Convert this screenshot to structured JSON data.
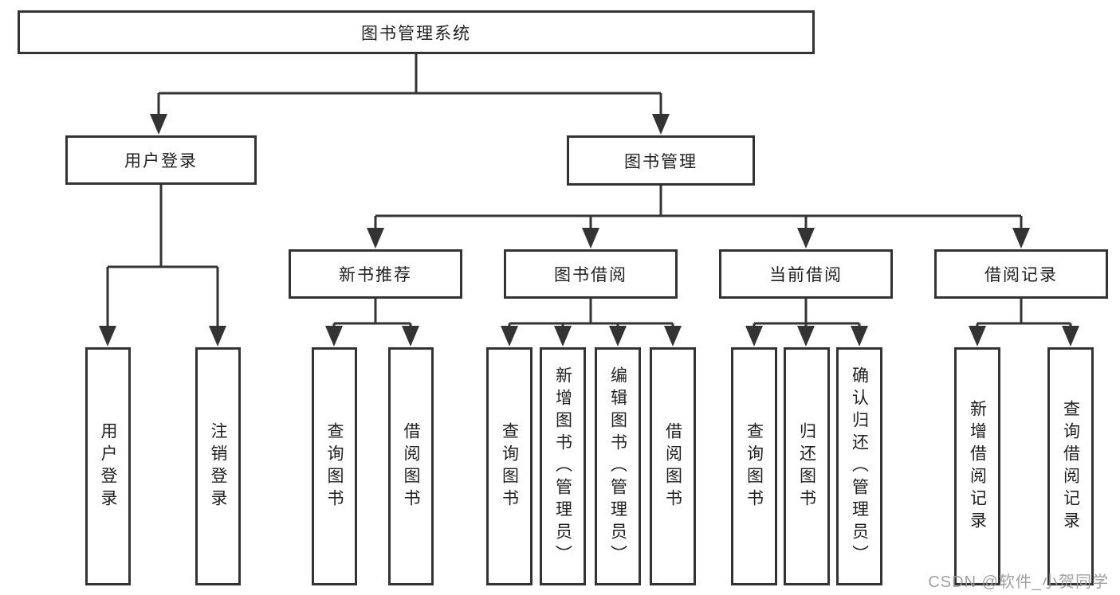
{
  "diagram": {
    "root": {
      "label": "图书管理系统"
    },
    "branches": [
      {
        "label": "用户登录",
        "children": [
          {
            "label": "用户登录"
          },
          {
            "label": "注销登录"
          }
        ]
      },
      {
        "label": "图书管理",
        "children": [
          {
            "label": "新书推荐",
            "children": [
              {
                "label": "查询图书"
              },
              {
                "label": "借阅图书"
              }
            ]
          },
          {
            "label": "图书借阅",
            "children": [
              {
                "label": "查询图书"
              },
              {
                "label": "新增图书（管理员）"
              },
              {
                "label": "编辑图书（管理员）"
              },
              {
                "label": "借阅图书"
              }
            ]
          },
          {
            "label": "当前借阅",
            "children": [
              {
                "label": "查询图书"
              },
              {
                "label": "归还图书"
              },
              {
                "label": "确认归还（管理员）"
              }
            ]
          },
          {
            "label": "借阅记录",
            "children": [
              {
                "label": "新增借阅记录"
              },
              {
                "label": "查询借阅记录"
              }
            ]
          }
        ]
      }
    ]
  },
  "watermark": {
    "text": "CSDN @软件_小贺同学"
  },
  "colors": {
    "line": "#333333",
    "text": "#1f1f1f",
    "watermark": "#999999",
    "background": "#ffffff"
  }
}
